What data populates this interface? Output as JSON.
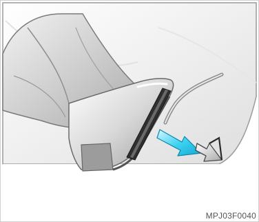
{
  "figure": {
    "code": "MPJ03F0040"
  },
  "colors": {
    "background": "#ffffff",
    "floor_panel": "#ebebeb",
    "trouser": "#c9c9c9",
    "shoe": "#b0b0b0",
    "pedal": "#3a3a3a",
    "arrow": "#33d0ee"
  },
  "icons": {
    "motion_arrow": "cyan-arrow-down-right",
    "pedal_position": "grey-arrow-down-right"
  }
}
